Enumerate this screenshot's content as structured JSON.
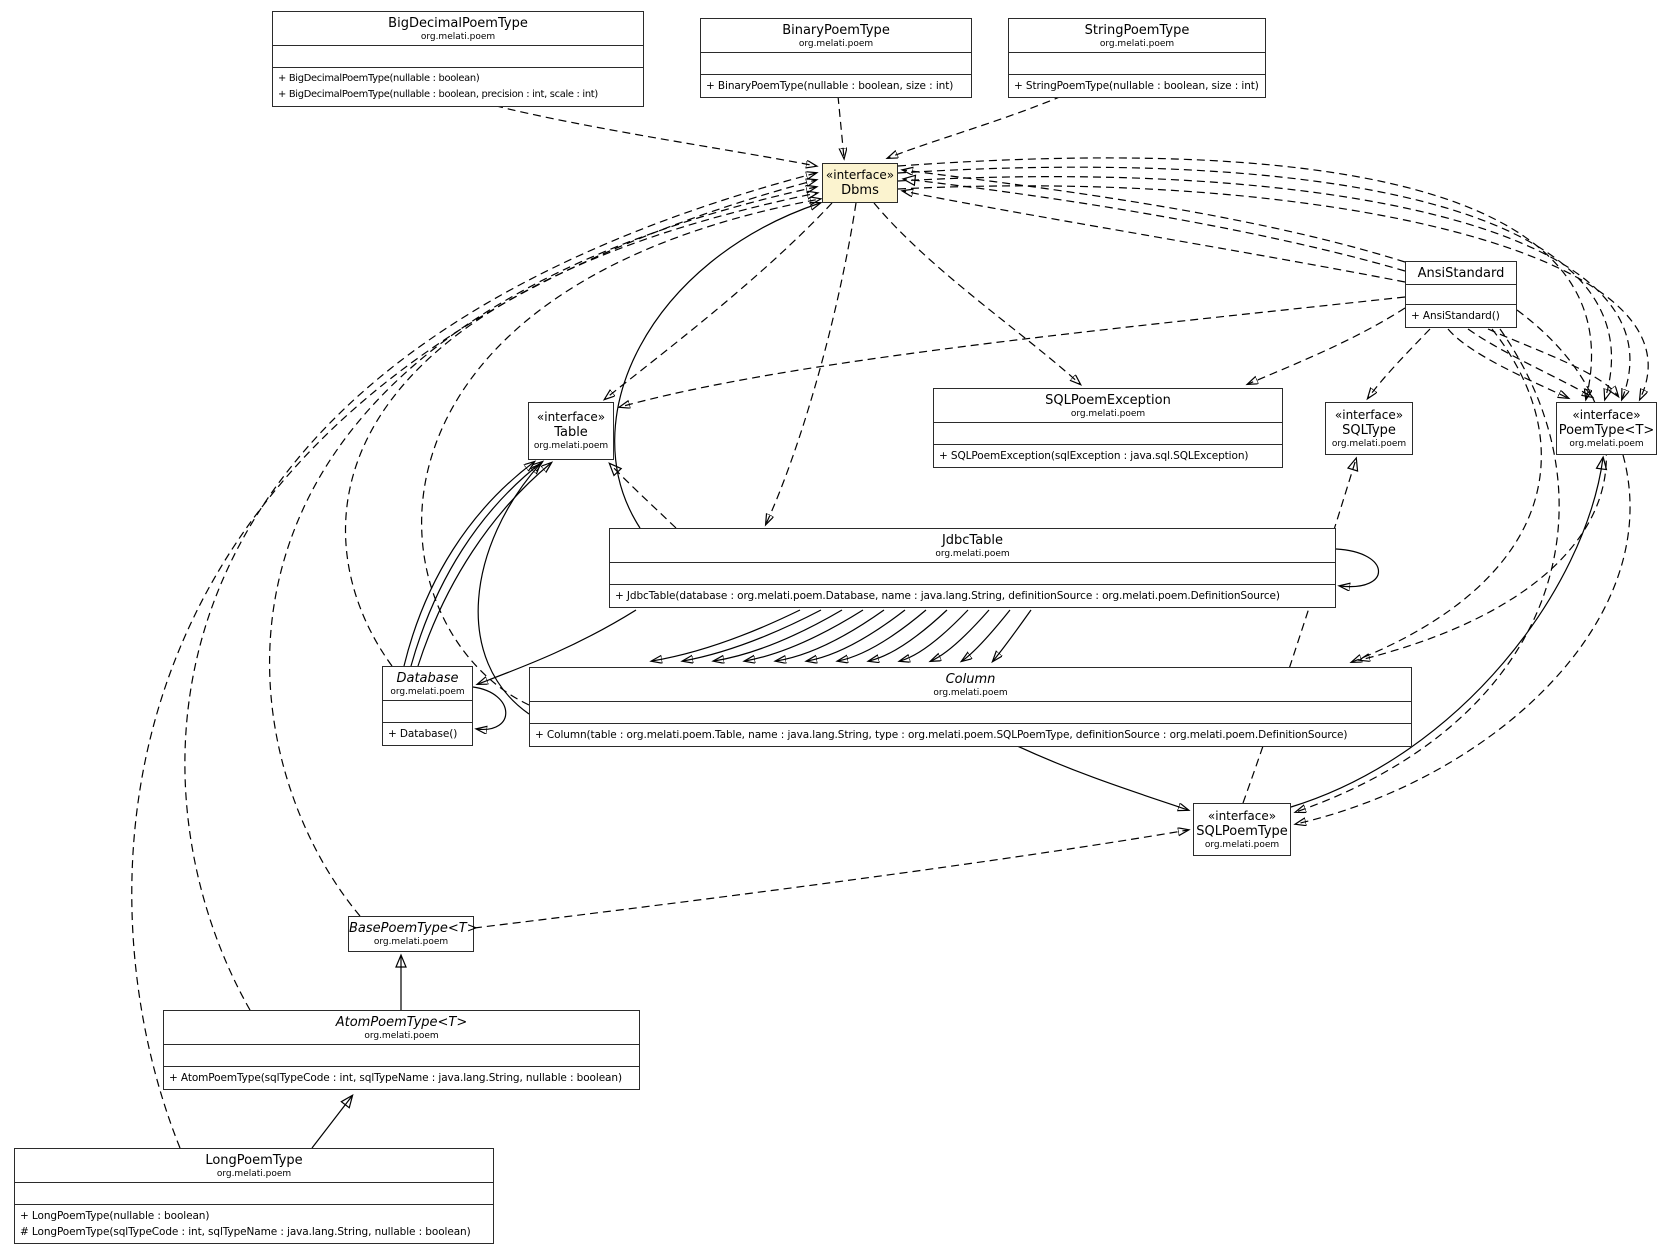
{
  "diagram": {
    "kind": "UML class diagram",
    "package_label": "org.melati.poem",
    "colors": {
      "background": "#ffffff",
      "class_fill": "#ffffff",
      "highlight_interface_fill": "#fbf3cf",
      "border": "#2b2b2b",
      "line": "#000000"
    }
  },
  "classes": {
    "big_decimal_poem_type": {
      "name": "BigDecimalPoemType",
      "package": "org.melati.poem",
      "methods": [
        "+ BigDecimalPoemType(nullable : boolean)",
        "+ BigDecimalPoemType(nullable : boolean, precision : int, scale : int)"
      ]
    },
    "binary_poem_type": {
      "name": "BinaryPoemType",
      "package": "org.melati.poem",
      "methods": [
        "+ BinaryPoemType(nullable : boolean, size : int)"
      ]
    },
    "string_poem_type": {
      "name": "StringPoemType",
      "package": "org.melati.poem",
      "methods": [
        "+ StringPoemType(nullable : boolean, size : int)"
      ]
    },
    "dbms": {
      "stereotype": "«interface»",
      "name": "Dbms"
    },
    "ansi_standard": {
      "name": "AnsiStandard",
      "methods": [
        "+ AnsiStandard()"
      ]
    },
    "table": {
      "stereotype": "«interface»",
      "name": "Table",
      "package": "org.melati.poem"
    },
    "sql_poem_exception": {
      "name": "SQLPoemException",
      "package": "org.melati.poem",
      "methods": [
        "+ SQLPoemException(sqlException : java.sql.SQLException)"
      ]
    },
    "sql_type": {
      "stereotype": "«interface»",
      "name": "SQLType",
      "package": "org.melati.poem"
    },
    "poem_type": {
      "stereotype": "«interface»",
      "name": "PoemType<T>",
      "package": "org.melati.poem"
    },
    "jdbc_table": {
      "name": "JdbcTable",
      "package": "org.melati.poem",
      "methods": [
        "+ JdbcTable(database : org.melati.poem.Database, name : java.lang.String, definitionSource : org.melati.poem.DefinitionSource)"
      ]
    },
    "database": {
      "name": "Database",
      "package": "org.melati.poem",
      "abstract": true,
      "methods": [
        "+ Database()"
      ]
    },
    "column": {
      "name": "Column",
      "package": "org.melati.poem",
      "abstract": true,
      "methods": [
        "+ Column(table : org.melati.poem.Table, name : java.lang.String, type : org.melati.poem.SQLPoemType, definitionSource : org.melati.poem.DefinitionSource)"
      ]
    },
    "sql_poem_type": {
      "stereotype": "«interface»",
      "name": "SQLPoemType",
      "package": "org.melati.poem"
    },
    "base_poem_type": {
      "name": "BasePoemType<T>",
      "package": "org.melati.poem",
      "abstract": true
    },
    "atom_poem_type": {
      "name": "AtomPoemType<T>",
      "package": "org.melati.poem",
      "abstract": true,
      "methods": [
        "+ AtomPoemType(sqlTypeCode : int, sqlTypeName : java.lang.String, nullable : boolean)"
      ]
    },
    "long_poem_type": {
      "name": "LongPoemType",
      "package": "org.melati.poem",
      "methods": [
        "+ LongPoemType(nullable : boolean)",
        "# LongPoemType(sqlTypeCode : int, sqlTypeName : java.lang.String, nullable : boolean)"
      ]
    }
  },
  "relationships": [
    {
      "from": "BigDecimalPoemType",
      "to": "Dbms",
      "type": "dependency"
    },
    {
      "from": "BinaryPoemType",
      "to": "Dbms",
      "type": "dependency"
    },
    {
      "from": "StringPoemType",
      "to": "Dbms",
      "type": "dependency"
    },
    {
      "from": "LongPoemType",
      "to": "Dbms",
      "type": "dependency"
    },
    {
      "from": "AtomPoemType<T>",
      "to": "Dbms",
      "type": "dependency"
    },
    {
      "from": "BasePoemType<T>",
      "to": "Dbms",
      "type": "dependency"
    },
    {
      "from": "Database",
      "to": "Dbms",
      "type": "dependency"
    },
    {
      "from": "Column",
      "to": "Dbms",
      "type": "dependency"
    },
    {
      "from": "JdbcTable",
      "to": "Dbms",
      "type": "association"
    },
    {
      "from": "AnsiStandard",
      "to": "Dbms",
      "type": "realization"
    },
    {
      "from": "AnsiStandard",
      "to": "Dbms",
      "type": "dependency",
      "count": 2
    },
    {
      "from": "Dbms",
      "to": "Table",
      "type": "dependency"
    },
    {
      "from": "Dbms",
      "to": "JdbcTable",
      "type": "dependency"
    },
    {
      "from": "Dbms",
      "to": "SQLPoemException",
      "type": "dependency"
    },
    {
      "from": "Dbms",
      "to": "PoemType<T>",
      "type": "dependency",
      "count": 4
    },
    {
      "from": "AnsiStandard",
      "to": "Table",
      "type": "dependency"
    },
    {
      "from": "AnsiStandard",
      "to": "SQLType",
      "type": "dependency"
    },
    {
      "from": "AnsiStandard",
      "to": "SQLPoemException",
      "type": "dependency"
    },
    {
      "from": "AnsiStandard",
      "to": "PoemType<T>",
      "type": "dependency",
      "count": 3
    },
    {
      "from": "AnsiStandard",
      "to": "Column",
      "type": "dependency",
      "count": 2
    },
    {
      "from": "AnsiStandard",
      "to": "SQLPoemType",
      "type": "dependency",
      "count": 2
    },
    {
      "from": "JdbcTable",
      "to": "Table",
      "type": "realization"
    },
    {
      "from": "JdbcTable",
      "to": "Column",
      "type": "association",
      "count": 12
    },
    {
      "from": "JdbcTable",
      "to": "Database",
      "type": "association"
    },
    {
      "from": "JdbcTable",
      "to": "JdbcTable",
      "type": "self-association"
    },
    {
      "from": "Database",
      "to": "Table",
      "type": "association",
      "count": 3
    },
    {
      "from": "Database",
      "to": "Database",
      "type": "self-association"
    },
    {
      "from": "Column",
      "to": "Table",
      "type": "association"
    },
    {
      "from": "Column",
      "to": "SQLPoemType",
      "type": "association"
    },
    {
      "from": "SQLPoemType",
      "to": "SQLType",
      "type": "generalization"
    },
    {
      "from": "SQLPoemType",
      "to": "PoemType<T>",
      "type": "generalization"
    },
    {
      "from": "BasePoemType<T>",
      "to": "SQLPoemType",
      "type": "dependency"
    },
    {
      "from": "AtomPoemType<T>",
      "to": "BasePoemType<T>",
      "type": "generalization"
    },
    {
      "from": "LongPoemType",
      "to": "AtomPoemType<T>",
      "type": "generalization"
    }
  ]
}
